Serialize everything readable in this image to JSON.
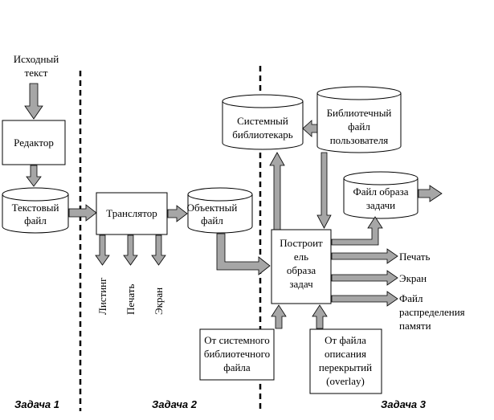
{
  "labels": {
    "source_text_1": "Исходный",
    "source_text_2": "текст",
    "editor": "Редактор",
    "text_file_1": "Текстовый",
    "text_file_2": "файл",
    "translator": "Транслятор",
    "object_file_1": "Объектный",
    "object_file_2": "файл",
    "listing": "Листинг",
    "print_vertical": "Печать",
    "screen_vertical": "Экран",
    "sys_librarian_1": "Системный",
    "sys_librarian_2": "библиотекарь",
    "user_lib_1": "Библиотечный",
    "user_lib_2": "файл",
    "user_lib_3": "пользователя",
    "task_image_1": "Файл образа",
    "task_image_2": "задачи",
    "builder_1": "Построит",
    "builder_2": "ель",
    "builder_3": "образа",
    "builder_4": "задач",
    "out_print": "Печать",
    "out_screen": "Экран",
    "out_map_1": "Файл",
    "out_map_2": "распределения",
    "out_map_3": "памяти",
    "from_sys_lib_1": "От системного",
    "from_sys_lib_2": "библиотечного",
    "from_sys_lib_3": "файла",
    "from_overlay_1": "От файла",
    "from_overlay_2": "описания",
    "from_overlay_3": "перекрытий",
    "from_overlay_4": "(overlay)"
  },
  "tasks": {
    "task1": "Задача 1",
    "task2": "Задача 2",
    "task3": "Задача 3"
  },
  "colors": {
    "arrow_fill": "#a6a6a6",
    "stroke": "#000000"
  }
}
